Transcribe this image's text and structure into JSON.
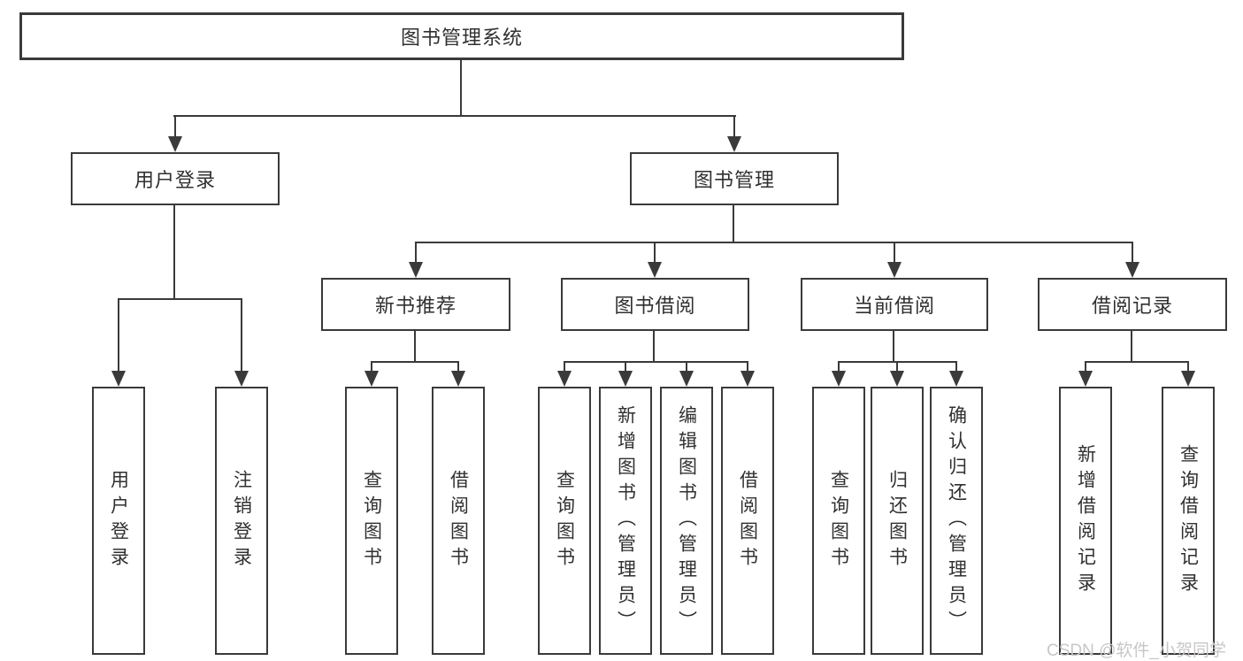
{
  "diagram": {
    "root": "图书管理系统",
    "level2": {
      "user_login": "用户登录",
      "book_mgmt": "图书管理"
    },
    "level3": {
      "new_book_rec": "新书推荐",
      "book_borrow": "图书借阅",
      "current_borrow": "当前借阅",
      "borrow_record": "借阅记录"
    },
    "leaves": {
      "user_login": "用户登录",
      "logout": "注销登录",
      "nb_query": "查询图书",
      "nb_borrow": "借阅图书",
      "bb_query": "查询图书",
      "bb_add": "新增图书（管理员）",
      "bb_edit": "编辑图书（管理员）",
      "bb_borrow": "借阅图书",
      "cb_query": "查询图书",
      "cb_return": "归还图书",
      "cb_confirm": "确认归还（管理员）",
      "br_add": "新增借阅记录",
      "br_query": "查询借阅记录"
    }
  },
  "watermark": "CSDN @软件_小贺同学",
  "colors": {
    "line": "#3a3a3a",
    "text": "#303030",
    "watermark": "#c9c6c6",
    "background": "#ffffff"
  }
}
